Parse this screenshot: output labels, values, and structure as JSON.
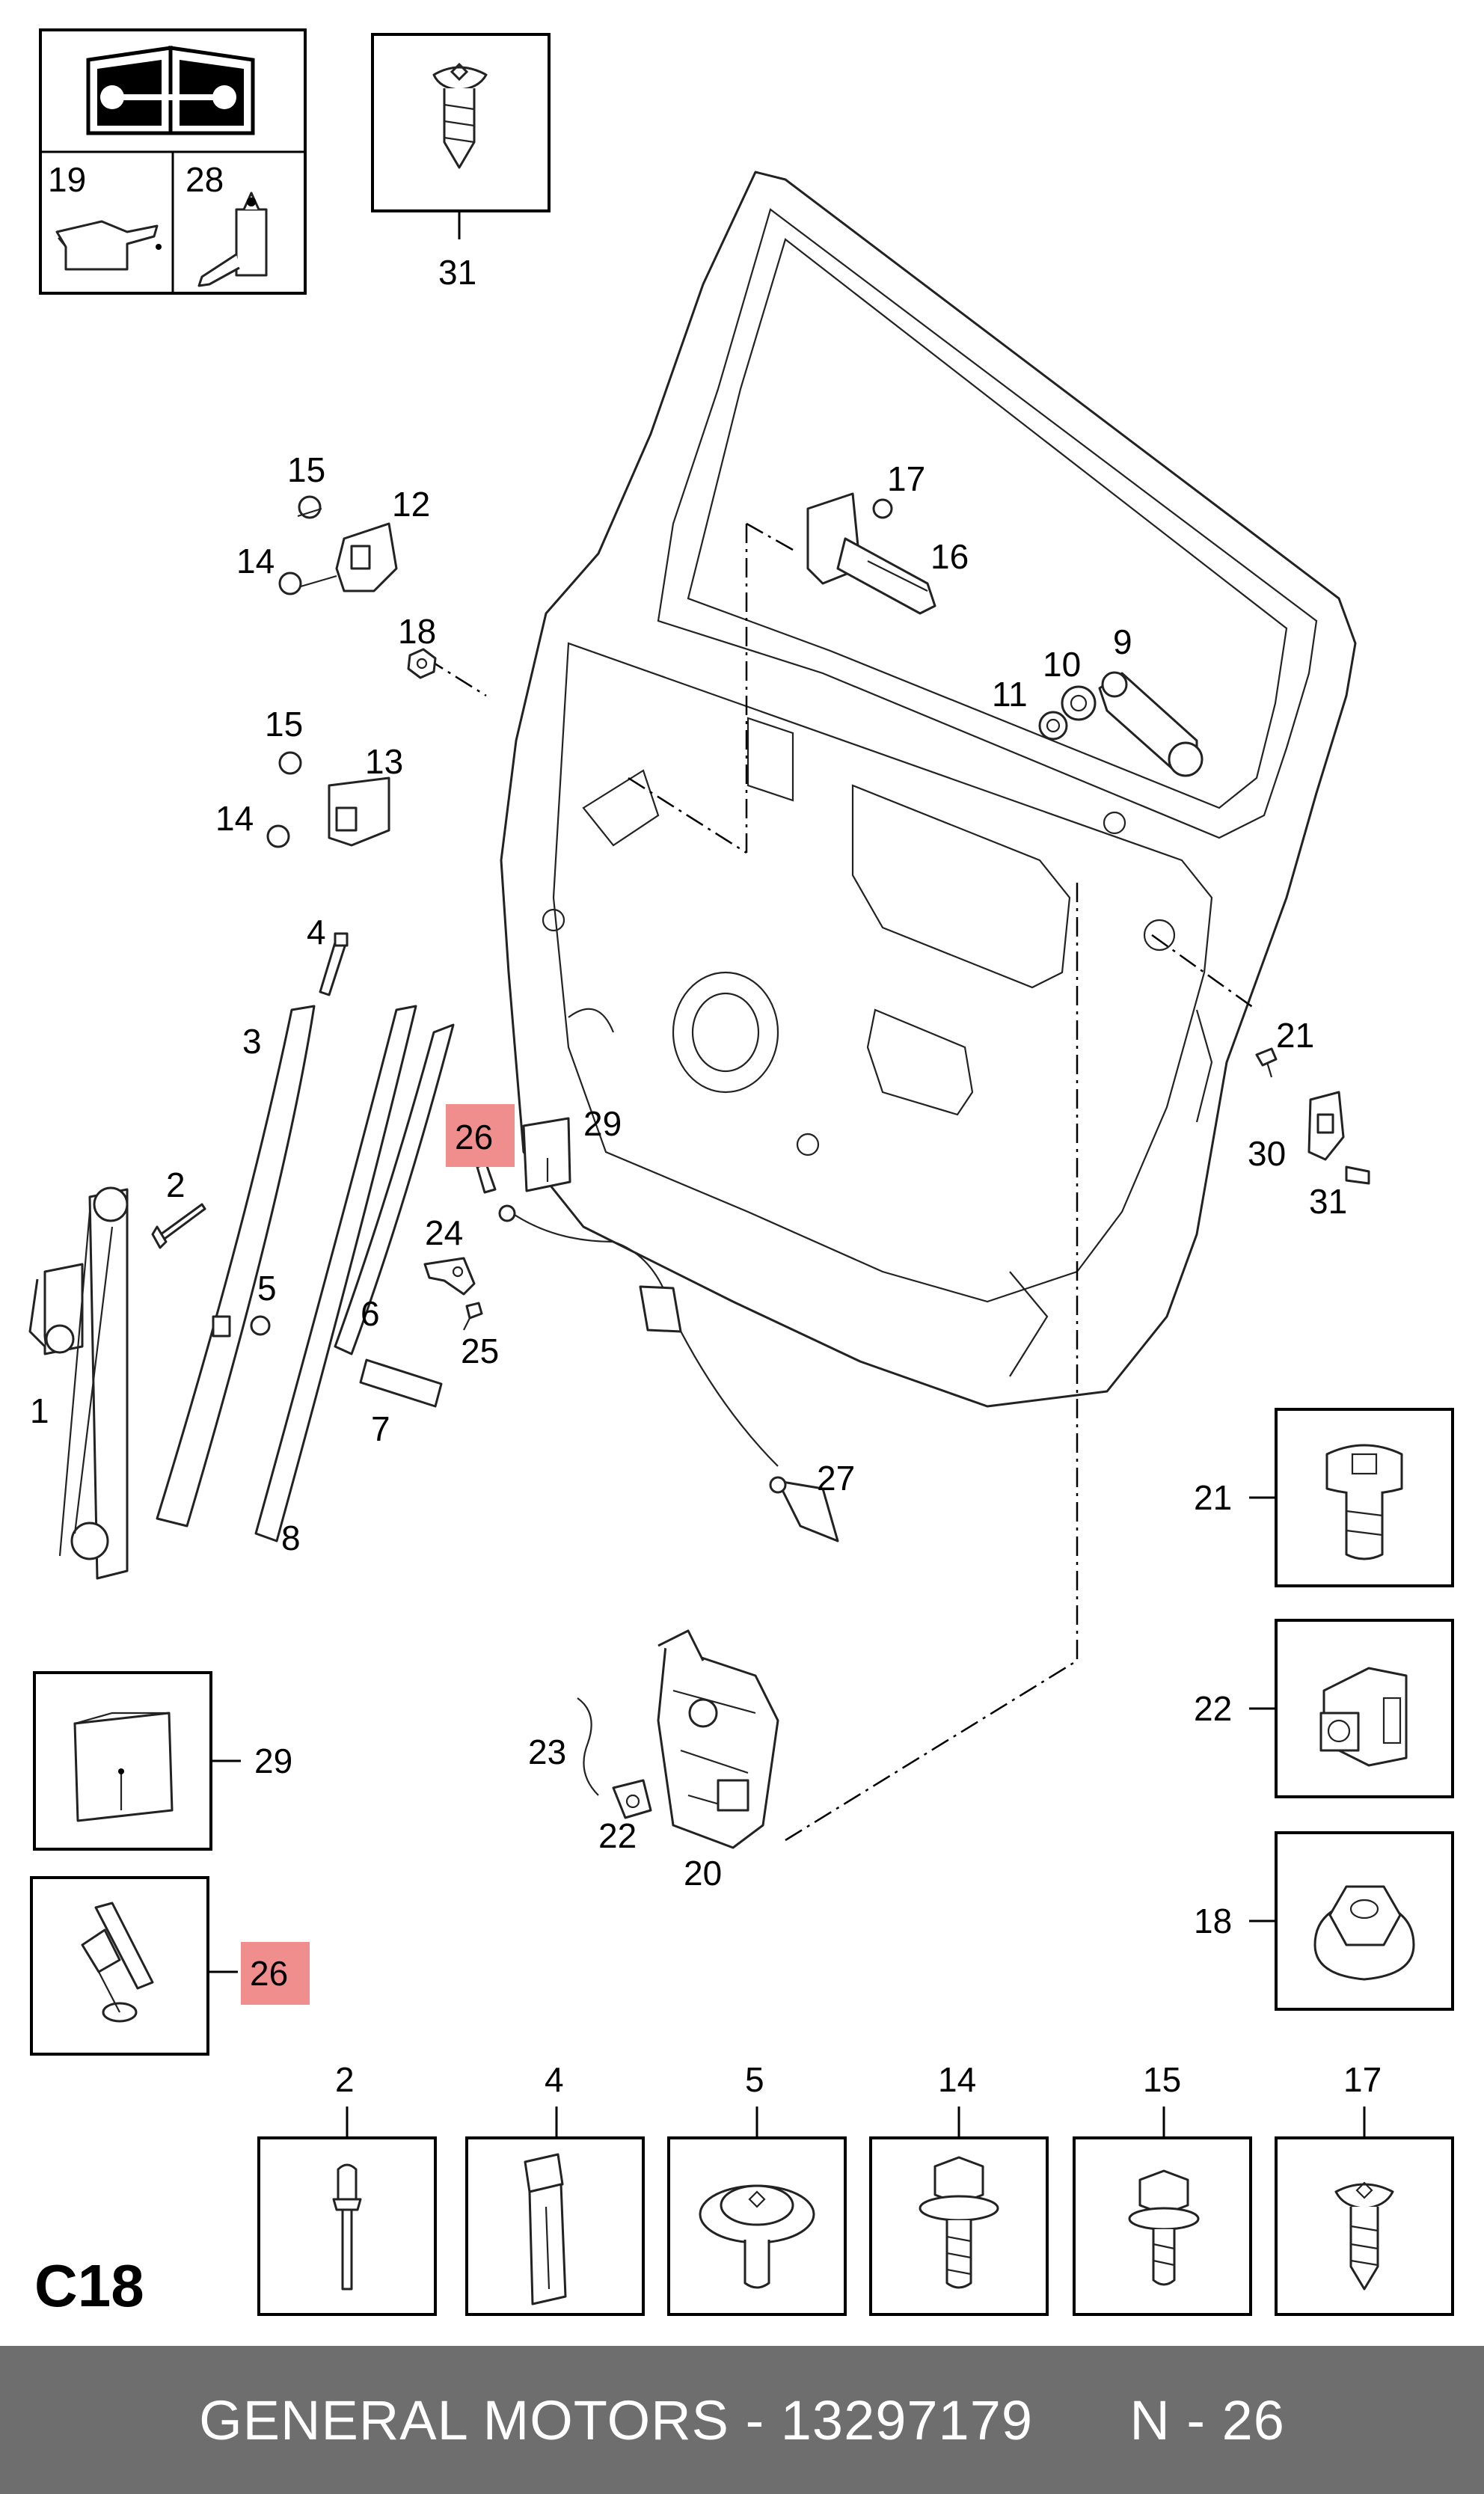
{
  "page_code": "C18",
  "footer": {
    "text": "GENERAL MOTORS - 13297179      N - 26"
  },
  "legend": {
    "items": [
      {
        "label": "19",
        "icon": "oil-can-icon"
      },
      {
        "label": "28",
        "icon": "adhesive-tube-icon"
      }
    ],
    "header_icon": "repair-manual-icon"
  },
  "highlight_color": "#f08d8d",
  "callouts": {
    "c1": "1",
    "c2": "2",
    "c3": "3",
    "c4": "4",
    "c5": "5",
    "c6": "6",
    "c7": "7",
    "c8": "8",
    "c9": "9",
    "c10": "10",
    "c11": "11",
    "c12": "12",
    "c13": "13",
    "c14a": "14",
    "c14b": "14",
    "c15a": "15",
    "c15b": "15",
    "c16": "16",
    "c17": "17",
    "c18": "18",
    "c20": "20",
    "c21": "21",
    "c22": "22",
    "c23": "23",
    "c24": "24",
    "c25": "25",
    "c26": "26",
    "c27": "27",
    "c29": "29",
    "c30": "30",
    "c31": "31",
    "c31b": "31"
  },
  "detail_boxes": {
    "top_31": "31",
    "right": [
      "21",
      "22",
      "18"
    ],
    "left": [
      "29",
      "26"
    ],
    "bottom": [
      "2",
      "4",
      "5",
      "14",
      "15",
      "17"
    ]
  }
}
